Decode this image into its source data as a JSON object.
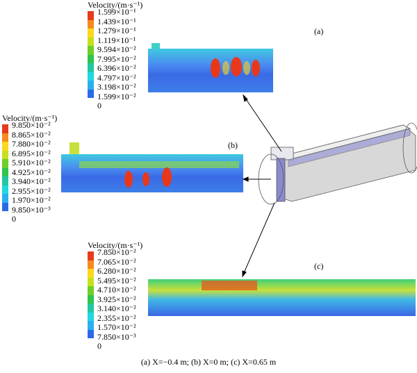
{
  "legends": [
    {
      "panel": "a",
      "title": "Velocity/(m·s⁻¹)",
      "values": [
        "1.599×10⁻¹",
        "1.439×10⁻¹",
        "1.279×10⁻¹",
        "1.119×10⁻¹",
        "9.594×10⁻²",
        "7.995×10⁻²",
        "6.396×10⁻²",
        "4.797×10⁻²",
        "3.198×10⁻²",
        "1.599×10⁻²",
        "0"
      ]
    },
    {
      "panel": "b",
      "title": "Velocity/(m·s⁻¹)",
      "values": [
        "9.850×10⁻²",
        "8.865×10⁻²",
        "7.880×10⁻²",
        "6.895×10⁻²",
        "5.910×10⁻²",
        "4.925×10⁻²",
        "3.940×10⁻²",
        "2.955×10⁻²",
        "1.970×10⁻²",
        "9.850×10⁻³",
        "0"
      ]
    },
    {
      "panel": "c",
      "title": "Velocity/(m·s⁻¹)",
      "values": [
        "7.850×10⁻²",
        "7.065×10⁻²",
        "6.280×10⁻²",
        "5.495×10⁻²",
        "4.710×10⁻²",
        "3.925×10⁻²",
        "3.140×10⁻²",
        "2.355×10⁻²",
        "1.570×10⁻²",
        "7.850×10⁻³",
        "0"
      ]
    }
  ],
  "colormap": [
    "#e63c1c",
    "#f58a1e",
    "#fdd81c",
    "#c6e01e",
    "#6ccf2a",
    "#2fc44c",
    "#22c8a0",
    "#20d8e2",
    "#2bb0ee",
    "#2a6ae8"
  ],
  "panel_labels": {
    "a": "(a)",
    "b": "(b)",
    "c": "(c)"
  },
  "caption": "(a) X=−0.4 m; (b) X=0 m; (c) X=0.65 m"
}
